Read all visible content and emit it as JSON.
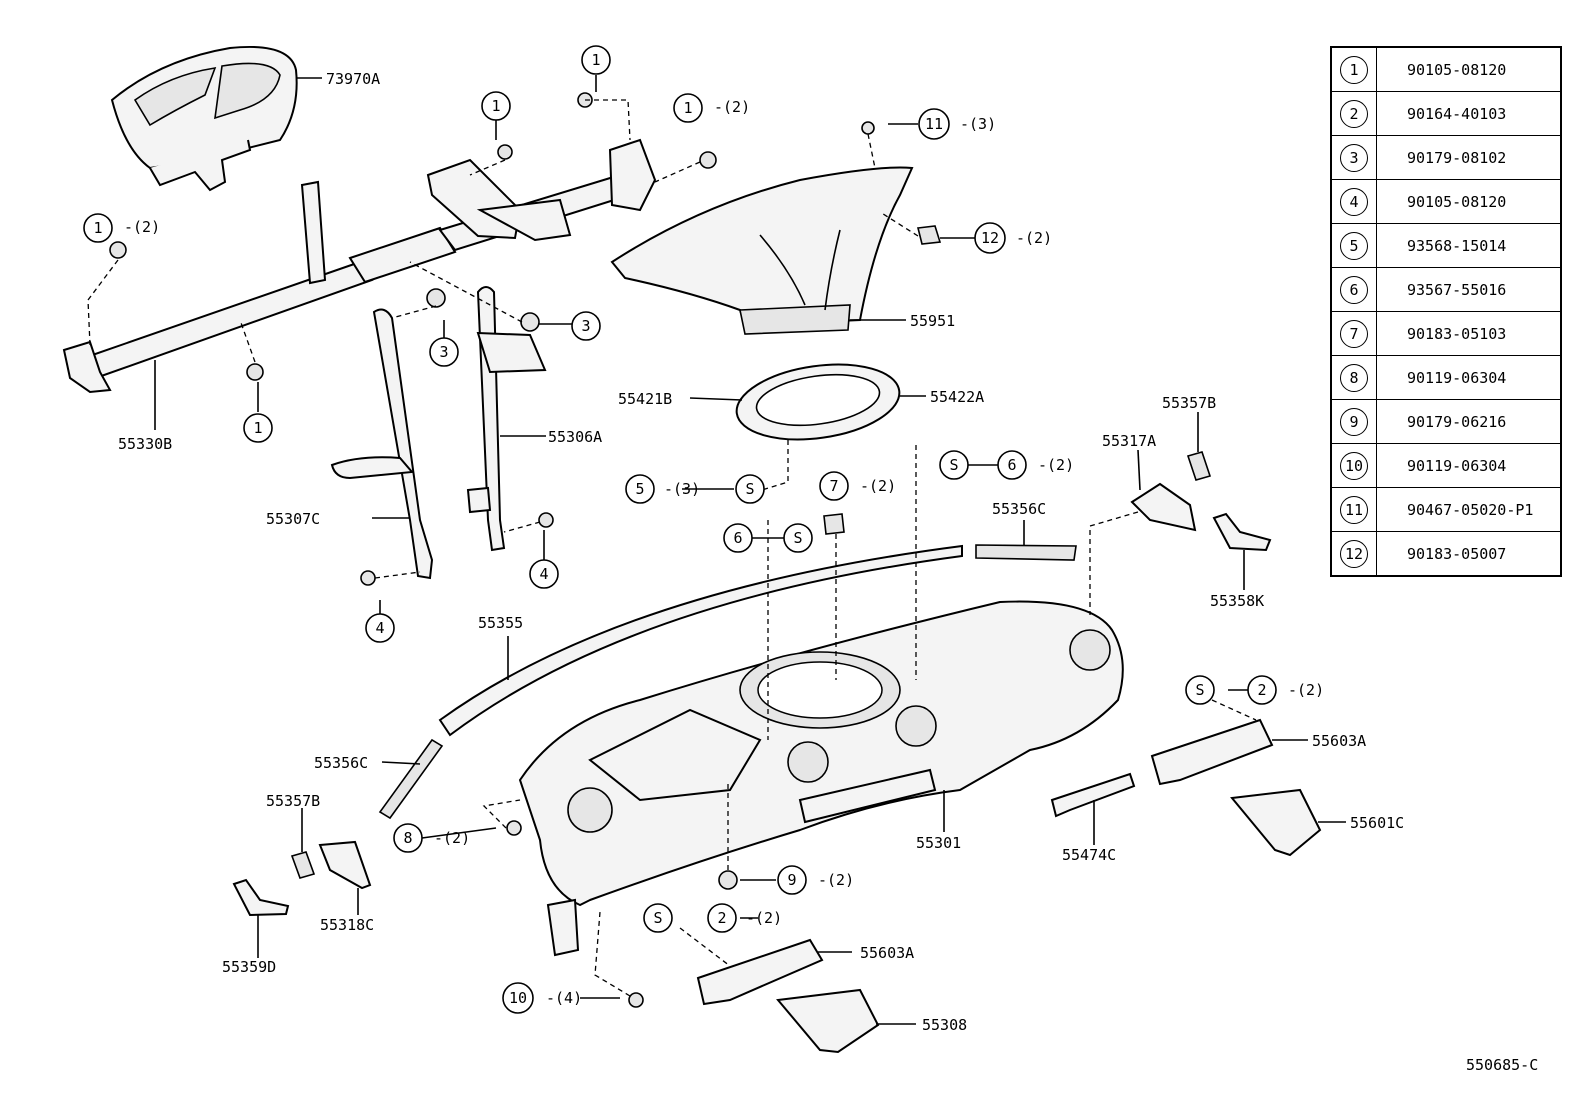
{
  "diagram_id": "550685-C",
  "legend": [
    {
      "num": "1",
      "part": "90105-08120"
    },
    {
      "num": "2",
      "part": "90164-40103"
    },
    {
      "num": "3",
      "part": "90179-08102"
    },
    {
      "num": "4",
      "part": "90105-08120"
    },
    {
      "num": "5",
      "part": "93568-15014"
    },
    {
      "num": "6",
      "part": "93567-55016"
    },
    {
      "num": "7",
      "part": "90183-05103"
    },
    {
      "num": "8",
      "part": "90119-06304"
    },
    {
      "num": "9",
      "part": "90179-06216"
    },
    {
      "num": "10",
      "part": "90119-06304"
    },
    {
      "num": "11",
      "part": "90467-05020-P1"
    },
    {
      "num": "12",
      "part": "90183-05007"
    }
  ],
  "labels": {
    "l73970A": "73970A",
    "l55330B": "55330B",
    "l55306A": "55306A",
    "l55307C": "55307C",
    "l55951": "55951",
    "l55421B": "55421B",
    "l55422A": "55422A",
    "l55357B_top": "55357B",
    "l55317A": "55317A",
    "l55356C_top": "55356C",
    "l55358K": "55358K",
    "l55355": "55355",
    "l55356C_left": "55356C",
    "l55357B_left": "55357B",
    "l55318C": "55318C",
    "l55359D": "55359D",
    "l55301": "55301",
    "l55474C": "55474C",
    "l55603A_right": "55603A",
    "l55601C": "55601C",
    "l55603A_bottom": "55603A",
    "l55308": "55308"
  },
  "callouts": {
    "c1a": "1",
    "c1b": "1",
    "c1c": "1",
    "c1d": "1",
    "c1e": "1",
    "c3a": "3",
    "c3b": "3",
    "c4a": "4",
    "c4b": "4",
    "c11": "11",
    "c12": "12",
    "c5": "5",
    "c6a": "6",
    "c6b": "6",
    "c7": "7",
    "c8": "8",
    "c9": "9",
    "c10": "10",
    "c2a": "2",
    "c2b": "2",
    "s1": "S",
    "s2": "S",
    "s3": "S",
    "s4": "S",
    "s5": "S"
  },
  "qty": {
    "q1a": "-(2)",
    "q1e": "-(2)",
    "q11": "-(3)",
    "q12": "-(2)",
    "q5": "-(3)",
    "q6a": "-(2)",
    "q7": "-(2)",
    "q2a": "-(2)",
    "q8": "-(2)",
    "q9": "-(2)",
    "q2b": "-(2)",
    "q10": "-(4)"
  }
}
